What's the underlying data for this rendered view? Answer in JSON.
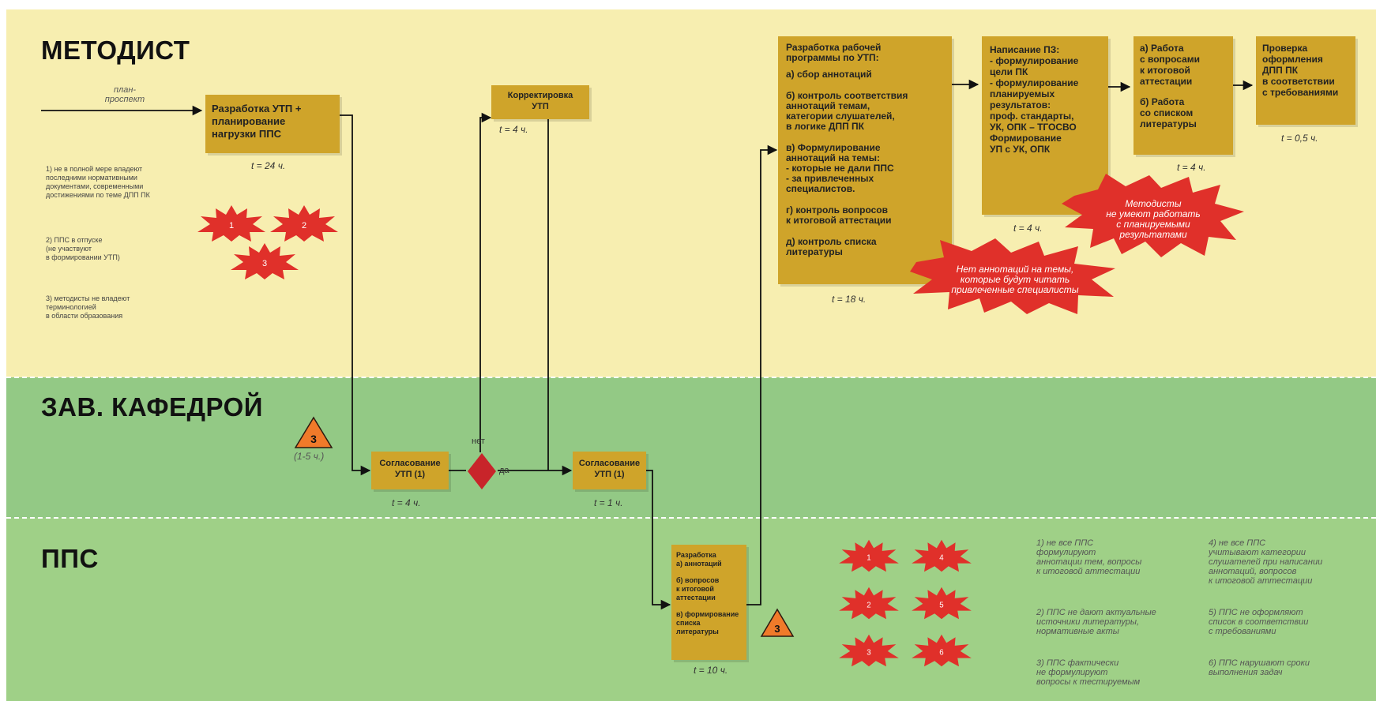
{
  "lanes": {
    "metodist": "МЕТОДИСТ",
    "zav": "ЗАВ. КАФЕДРОЙ",
    "pps": "ППС"
  },
  "input_label": [
    "план-",
    "проспект"
  ],
  "boxes": {
    "dev_utp": [
      "Разработка УТП +",
      "планирование",
      "нагрузки ППС"
    ],
    "dev_utp_time": "t = 24 ч.",
    "correction": [
      "Корректировка",
      "УТП"
    ],
    "correction_time": "t = 4 ч.",
    "work_prog": [
      "Разработка рабочей",
      "программы по УТП:",
      "а) сбор аннотаций",
      "б) контроль соответствия",
      "аннотаций темам,",
      "категории слушателей,",
      "в логике ДПП ПК",
      "в) Формулирование",
      "аннотаций на темы:",
      "- которые не дали ППС",
      "- за привлеченных",
      "специалистов.",
      "г) контроль вопросов",
      "к итоговой аттестации",
      "д) контроль списка",
      "литературы"
    ],
    "work_prog_time": "t = 18 ч.",
    "pz": [
      "Написание ПЗ:",
      "- формулирование",
      "цели ПК",
      "- формулирование",
      "планируемых",
      "результатов:",
      "проф. стандарты,",
      "УК, ОПК – ТГОСВО",
      "Формирование",
      "УП с УК, ОПК"
    ],
    "pz_time": "t = 4 ч.",
    "att": [
      "а) Работа",
      "с вопросами",
      "к итоговой",
      "аттестации",
      "б) Работа",
      "со списком",
      "литературы"
    ],
    "att_time": "t = 4 ч.",
    "check": [
      "Проверка",
      "оформления",
      "ДПП ПК",
      "в соответствии",
      "с требованиями"
    ],
    "check_time": "t = 0,5 ч.",
    "agree1": [
      "Согласование",
      "УТП (1)"
    ],
    "agree1_time": "t = 4 ч.",
    "agree2": [
      "Согласование",
      "УТП (1)"
    ],
    "agree2_time": "t = 1 ч.",
    "pps_task": [
      "Разработка",
      "а) аннотаций",
      "б) вопросов",
      "к итоговой",
      "аттестации",
      "в) формирование",
      "списка литературы"
    ],
    "pps_task_time": "t = 10 ч."
  },
  "decision": {
    "no": "нет",
    "yes": "да"
  },
  "triangle_zav": {
    "number": "3",
    "time": "(1-5 ч.)"
  },
  "triangle_pps": {
    "number": "3"
  },
  "met_stars": [
    "1",
    "2",
    "3"
  ],
  "met_notes": [
    [
      "1) не в полной мере владеют",
      "последними нормативными",
      "документами, современными",
      "достижениями по теме ДПП ПК"
    ],
    [
      "2) ППС в отпуске",
      "(не участвуют",
      "в формировании УТП)"
    ],
    [
      "3) методисты не владеют",
      "терминологией",
      "в области образования"
    ]
  ],
  "callouts": {
    "methodists": [
      "Методисты",
      "не умеют работать",
      "с планируемыми",
      "результатами"
    ],
    "annotations": [
      "Нет аннотаций на темы,",
      "которые будут читать",
      "привлеченные специалисты"
    ]
  },
  "pps_stars": [
    "1",
    "4",
    "2",
    "5",
    "3",
    "6"
  ],
  "pps_notes_left": [
    [
      "1) не все ППС",
      "формулируют",
      "аннотации тем, вопросы",
      "к итоговой аттестации"
    ],
    [
      "2) ППС не дают актуальные",
      "источники литературы,",
      "нормативные акты"
    ],
    [
      "3) ППС фактически",
      "не формулируют",
      "вопросы к тестируемым"
    ]
  ],
  "pps_notes_right": [
    [
      "4) не все ППС",
      "учитывают категории",
      "слушателей при написании",
      "аннотаций, вопросов",
      "к итоговой аттестации"
    ],
    [
      "5) ППС не оформляют",
      "список в соответствии",
      "с требованиями"
    ],
    [
      "6) ППС нарушают сроки",
      "выполнения задач"
    ]
  ],
  "colors": {
    "lane_metodist": "#f7eeb0",
    "lane_zav": "#93c985",
    "lane_pps": "#9fd087",
    "box": "#cfa42a",
    "star": "#e0302a",
    "triangle": "#f07a2a",
    "decision": "#c8242a"
  }
}
